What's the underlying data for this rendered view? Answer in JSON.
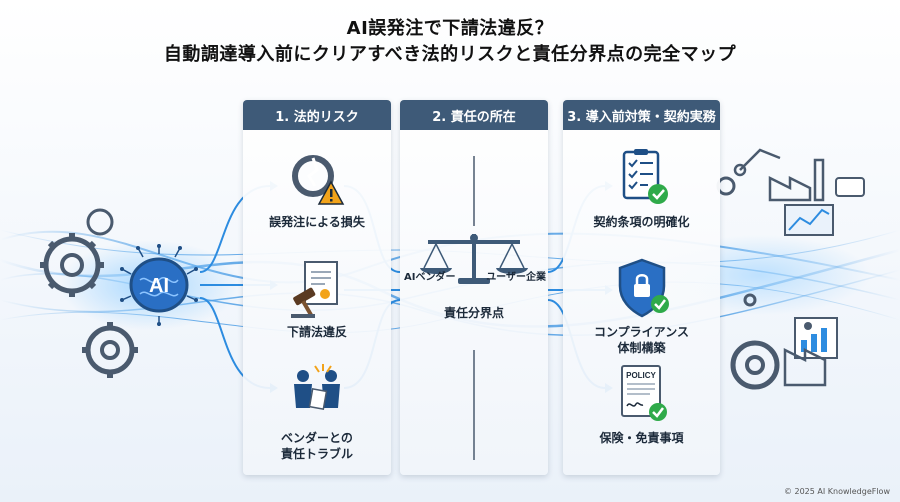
{
  "title": {
    "line1": "AI誤発注で下請法違反？",
    "line2": "自動調達導入前にクリアすべき法的リスクと責任分界点の完全マップ"
  },
  "hub": {
    "label": "AI"
  },
  "columns": [
    {
      "header": "1. 法的リスク",
      "items": [
        {
          "label": "誤発注による損失",
          "icon": "broken-gear-warning-icon"
        },
        {
          "label": "下請法違反",
          "icon": "gavel-document-icon"
        },
        {
          "label_line1": "ベンダーとの",
          "label_line2": "責任トラブル",
          "icon": "dispute-people-icon"
        }
      ]
    },
    {
      "header": "2. 責任の所在",
      "scale": {
        "left": "AIベンダー",
        "right": "ユーザー企業",
        "caption": "責任分界点",
        "icon": "balance-scale-icon"
      }
    },
    {
      "header": "3. 導入前対策・契約実務",
      "items": [
        {
          "label": "契約条項の明確化",
          "icon": "checklist-icon"
        },
        {
          "label_line1": "コンプライアンス",
          "label_line2": "体制構築",
          "icon": "shield-lock-icon"
        },
        {
          "label": "保険・免責事項",
          "icon": "policy-document-icon",
          "doc_text": "POLICY"
        }
      ]
    }
  ],
  "colors": {
    "header_bg": "#3e5a78",
    "flow_blue": "#2d8ce0",
    "icon_navy": "#1f4f86",
    "check_green": "#2faa4a",
    "warning_orange": "#f2a31a"
  },
  "footer": {
    "copyright": "© 2025 AI KnowledgeFlow"
  }
}
